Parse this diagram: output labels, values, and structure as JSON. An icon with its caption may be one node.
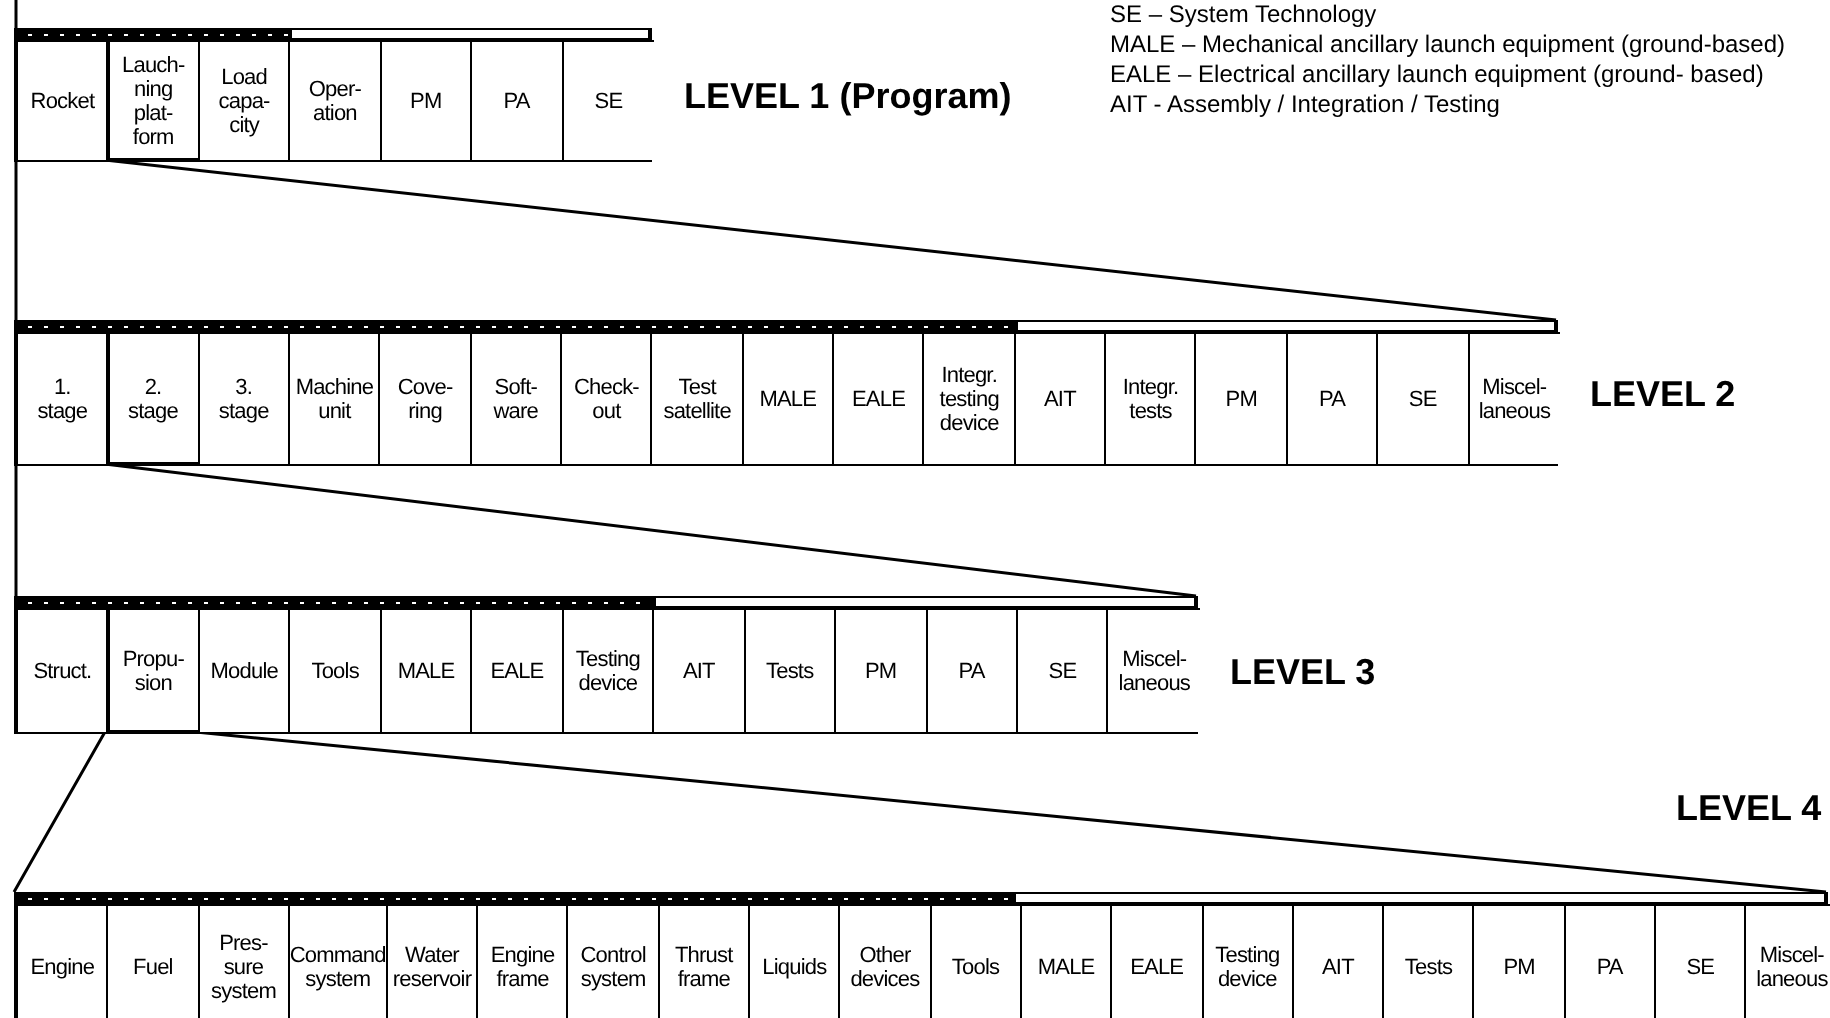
{
  "diagram": {
    "nodes": [
      {
        "text": [
          "LEVEL 1 (Program)"
        ]
      },
      {
        "text": [
          "Rocket"
        ],
        "in": 0
      },
      {
        "text": [
          "Lauch- ning plat- form"
        ],
        "in": 0
      },
      {
        "text": [
          "Load capa- city"
        ],
        "in": 0
      },
      {
        "text": [
          "Oper- ation"
        ],
        "in": 0
      },
      {
        "text": [
          "PM"
        ],
        "in": 0
      },
      {
        "text": [
          "PA"
        ],
        "in": 0
      },
      {
        "text": [
          "SE"
        ],
        "in": 0
      },
      {
        "text": [
          "LEVEL 2"
        ]
      },
      {
        "text": [
          "1. stage"
        ],
        "in": 8
      },
      {
        "text": [
          "2. stage"
        ],
        "in": 8
      },
      {
        "text": [
          "3. stage"
        ],
        "in": 8
      },
      {
        "text": [
          "Machine unit"
        ],
        "in": 8
      },
      {
        "text": [
          "Cove- ring"
        ],
        "in": 8
      },
      {
        "text": [
          "Soft- ware"
        ],
        "in": 8
      },
      {
        "text": [
          "Check- out"
        ],
        "in": 8
      },
      {
        "text": [
          "Test satellite"
        ],
        "in": 8
      },
      {
        "text": [
          "MALE"
        ],
        "in": 8
      },
      {
        "text": [
          "EALE"
        ],
        "in": 8
      },
      {
        "text": [
          "Integr. testing device"
        ],
        "in": 8
      },
      {
        "text": [
          "AIT"
        ],
        "in": 8
      },
      {
        "text": [
          "Integr. tests"
        ],
        "in": 8
      },
      {
        "text": [
          "PM"
        ],
        "in": 8
      },
      {
        "text": [
          "PA"
        ],
        "in": 8
      },
      {
        "text": [
          "SE"
        ],
        "in": 8
      },
      {
        "text": [
          "Miscel- laneous"
        ],
        "in": 8
      },
      {
        "text": [
          "LEVEL 3"
        ]
      },
      {
        "text": [
          "Struct."
        ],
        "in": 26
      },
      {
        "text": [
          "Propu- sion"
        ],
        "in": 26
      },
      {
        "text": [
          "Module"
        ],
        "in": 26
      },
      {
        "text": [
          "Tools"
        ],
        "in": 26
      },
      {
        "text": [
          "MALE"
        ],
        "in": 26
      },
      {
        "text": [
          "EALE"
        ],
        "in": 26
      },
      {
        "text": [
          "Testing device"
        ],
        "in": 26
      },
      {
        "text": [
          "AIT"
        ],
        "in": 26
      },
      {
        "text": [
          "Tests"
        ],
        "in": 26
      },
      {
        "text": [
          "PM"
        ],
        "in": 26
      },
      {
        "text": [
          "PA"
        ],
        "in": 26
      },
      {
        "text": [
          "SE"
        ],
        "in": 26
      },
      {
        "text": [
          "Miscel- laneous"
        ],
        "in": 26
      },
      {
        "text": [
          "LEVEL 4"
        ]
      },
      {
        "text": [
          "Engine"
        ],
        "in": 40
      },
      {
        "text": [
          "Fuel"
        ],
        "in": 40
      },
      {
        "text": [
          "Pres- sure system"
        ],
        "in": 40
      },
      {
        "text": [
          "Command system"
        ],
        "in": 40
      },
      {
        "text": [
          "Water reservoir"
        ],
        "in": 40
      },
      {
        "text": [
          "Engine frame"
        ],
        "in": 40
      },
      {
        "text": [
          "Control system"
        ],
        "in": 40
      },
      {
        "text": [
          "Thrust frame"
        ],
        "in": 40
      },
      {
        "text": [
          "Liquids"
        ],
        "in": 40
      },
      {
        "text": [
          "Other devices"
        ],
        "in": 40
      },
      {
        "text": [
          "Tools"
        ],
        "in": 40
      },
      {
        "text": [
          "MALE"
        ],
        "in": 40
      },
      {
        "text": [
          "EALE"
        ],
        "in": 40
      },
      {
        "text": [
          "Testing device"
        ],
        "in": 40
      },
      {
        "text": [
          "AIT"
        ],
        "in": 40
      },
      {
        "text": [
          "Tests"
        ],
        "in": 40
      },
      {
        "text": [
          "PM"
        ],
        "in": 40
      },
      {
        "text": [
          "PA"
        ],
        "in": 40
      },
      {
        "text": [
          "SE"
        ],
        "in": 40
      },
      {
        "text": [
          "Miscel- laneous"
        ],
        "in": 40
      }
    ],
    "edges": [
      {
        "from": 2,
        "to": 8,
        "arrow": "none"
      },
      {
        "from": 10,
        "to": 26,
        "arrow": "none"
      },
      {
        "from": 28,
        "to": 40,
        "arrow": "none"
      }
    ],
    "labels": [
      "SE – System Technology",
      "MALE – Mechanical ancillary launch equipment (ground-based)",
      "EALE – Electrical ancillary launch equipment (ground- based)",
      "AIT - Assembly / Integration / Testing"
    ]
  }
}
